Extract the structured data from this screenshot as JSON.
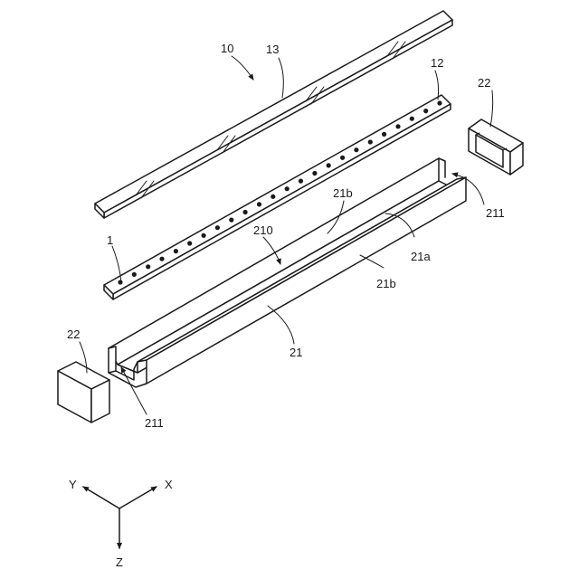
{
  "labels": {
    "assembly": "10",
    "cover_plate": "13",
    "led_strip": "12",
    "led": "1",
    "housing": "21",
    "groove": "210",
    "bottom_wall": "21a",
    "side_wall_upper": "21b",
    "side_wall_lower": "21b",
    "end_cap_right": "22",
    "end_cap_left": "22",
    "opening_right": "211",
    "opening_left": "211"
  },
  "axes": {
    "x": "X",
    "y": "Y",
    "z": "Z"
  },
  "led_count": 24
}
